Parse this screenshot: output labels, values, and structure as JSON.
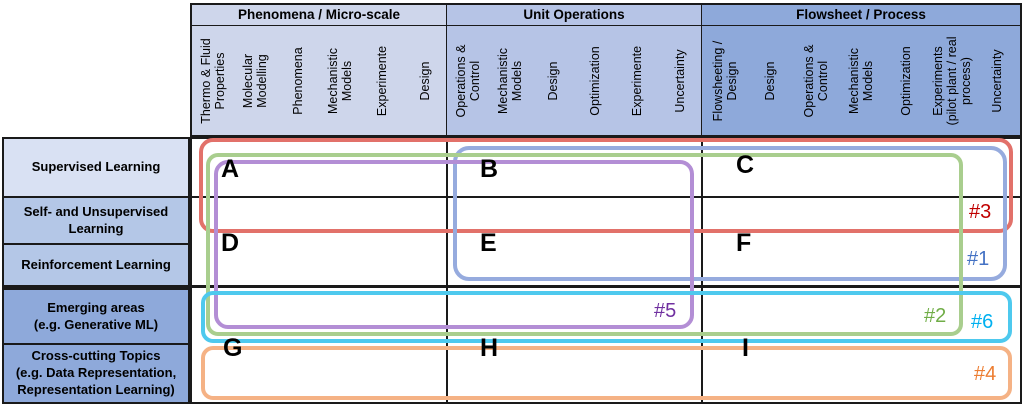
{
  "header": {
    "groups": [
      {
        "title": "Phenomena / Micro-scale",
        "columns": [
          "Thermo & Fluid\nProperties",
          "Molecular\nModelling",
          "Phenomena",
          "Mechanistic\nModels",
          "Experimente",
          "Design"
        ]
      },
      {
        "title": "Unit Operations",
        "columns": [
          "Operations &\nControl",
          "Mechanistic\nModels",
          "Design",
          "Optimization",
          "Experimente",
          "Uncertainty"
        ]
      },
      {
        "title": "Flowsheet / Process",
        "columns": [
          "Flowsheeting /\nDesign",
          "Design",
          "Operations &\nControl",
          "Mechanistic\nModels",
          "Optimization",
          "Experiments\n(pilot plant / real\nprocess)",
          "Uncertainty"
        ]
      }
    ]
  },
  "rows": [
    "Supervised Learning",
    "Self- and Unsupervised\nLearning",
    "Reinforcement Learning",
    "Emerging areas\n(e.g. Generative ML)",
    "Cross-cutting Topics\n(e.g. Data Representation,\nRepresentation Learning)"
  ],
  "cell_letters": [
    "A",
    "B",
    "C",
    "D",
    "E",
    "F",
    "G",
    "H",
    "I"
  ],
  "overlays": [
    {
      "label": "#1",
      "stroke": "#96ABDE",
      "text_color": "#4472C4"
    },
    {
      "label": "#2",
      "stroke": "#A9CE8E",
      "text_color": "#70AD47"
    },
    {
      "label": "#3",
      "stroke": "#E2716A",
      "text_color": "#C00000"
    },
    {
      "label": "#4",
      "stroke": "#F5B285",
      "text_color": "#ED7D31"
    },
    {
      "label": "#5",
      "stroke": "#B38ED5",
      "text_color": "#7030A0"
    },
    {
      "label": "#6",
      "stroke": "#4EC9EE",
      "text_color": "#00B0F0"
    }
  ],
  "colors": {
    "group1_bg": "#CED6EB",
    "group2_bg": "#B6C4E6",
    "group3_bg": "#8EA9DA",
    "row_light_bg": "#D9E1F3",
    "row_medium_bg": "#B4C7E7",
    "row_dark_bg": "#8EA9DA",
    "grid_line": "#1A1A1A"
  }
}
